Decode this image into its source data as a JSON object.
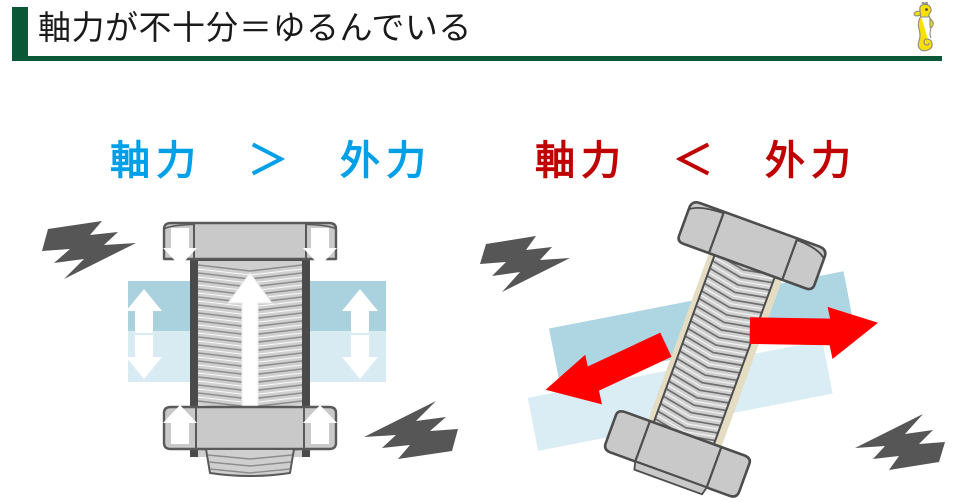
{
  "slide": {
    "title": "軸力が不十分＝ゆるんでいる",
    "background_color": "#ffffff",
    "accent_color": "#0a5738"
  },
  "logo": {
    "name": "seahorse-logo",
    "body_color": "#f5e000",
    "outline_color": "#808080"
  },
  "headings": {
    "left": {
      "text": "軸力　＞　外力",
      "color": "#00a0e9",
      "meaning": "axial force greater than external force"
    },
    "right": {
      "text": "軸力　＜　外力",
      "color": "#c00000",
      "meaning": "axial force less than external force"
    }
  },
  "figures": {
    "tight": {
      "label": "properly-tightened-bolt-diagram",
      "bolt_color": "#c9c9c9",
      "bolt_outline": "#595959",
      "shank_shadow": "#4a4a4a",
      "plate_upper_color": "#a9d2de",
      "plate_lower_color": "#d8ebf2",
      "clamp_arrow_color": "#ffffff",
      "shock_arrow_color": "#565656",
      "arrows": [
        "plate-up-arrow-left",
        "plate-up-arrow-right",
        "plate-down-arrow-left",
        "plate-down-arrow-right",
        "head-down-arrow-left",
        "head-down-arrow-right",
        "nut-up-arrow-left",
        "nut-up-arrow-right",
        "axial-force-double-arrow"
      ]
    },
    "loose": {
      "label": "loosened-bolt-diagram",
      "bolt_color": "#c9c9c9",
      "bolt_outline": "#4d4d4d",
      "plate_upper_color": "#aed5e2",
      "plate_lower_color": "#daecf4",
      "hole_gap_color": "#e4ddc4",
      "slip_arrow_color": "#ff0000",
      "shock_arrow_color": "#565656",
      "tilt_degrees": 20,
      "arrows": [
        "slip-arrow-left",
        "slip-arrow-right"
      ]
    }
  }
}
